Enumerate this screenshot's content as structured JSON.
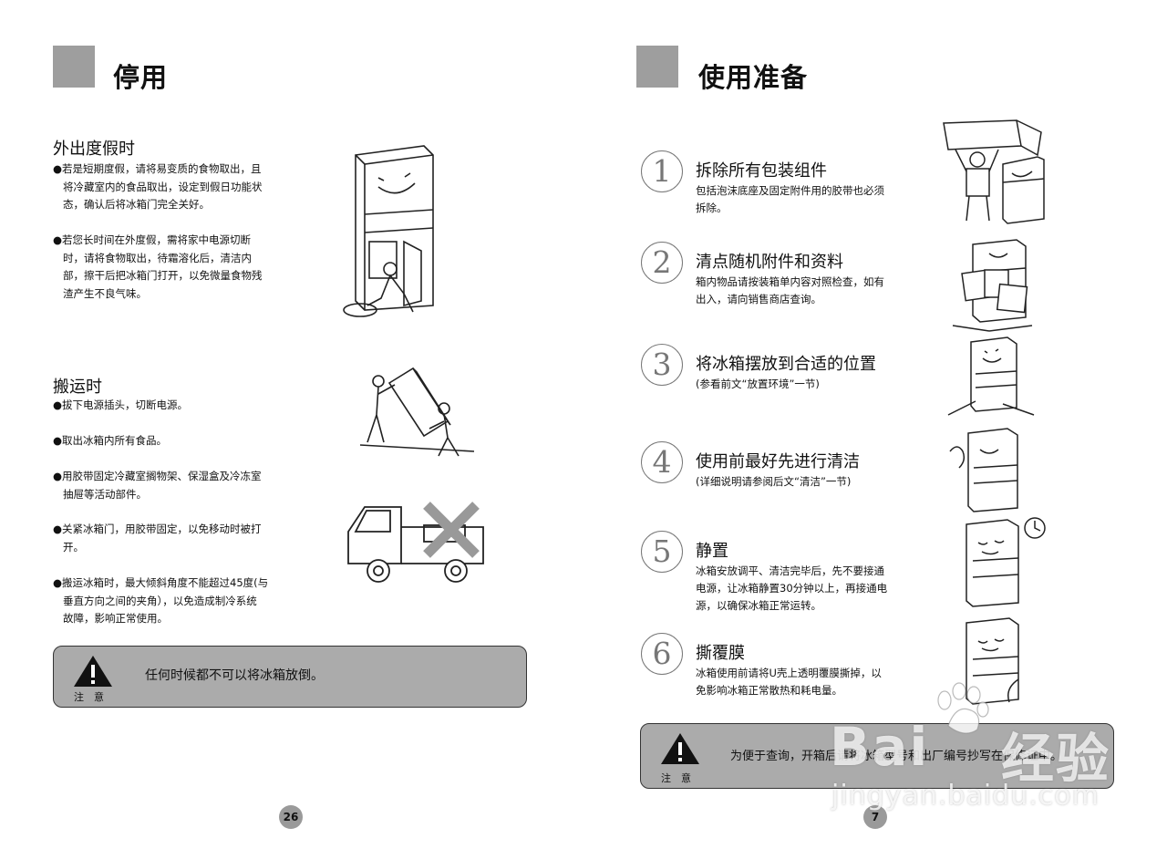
{
  "left": {
    "title": "停用",
    "vacation": {
      "heading": "外出度假时",
      "bullets": [
        [
          "●若是短期度假，请将易变质的食物取出，且",
          "将冷藏室内的食品取出，设定到假日功能状",
          "态，确认后将冰箱门完全关好。"
        ],
        [
          "●若您长时间在外度假，需将家中电源切断",
          "时，请将食物取出，待霜溶化后，清洁内",
          "部，擦干后把冰箱门打开，以免微量食物残",
          "渣产生不良气味。"
        ]
      ]
    },
    "moving": {
      "heading": "搬运时",
      "bullets": [
        [
          "●拔下电源插头，切断电源。"
        ],
        [
          "●取出冰箱内所有食品。"
        ],
        [
          "●用胶带固定冷藏室搁物架、保湿盒及冷冻室",
          "抽屉等活动部件。"
        ],
        [
          "●关紧冰箱门，用胶带固定，以免移动时被打",
          "开。"
        ],
        [
          "●搬运冰箱时，最大倾斜角度不能超过45度(与",
          "垂直方向之间的夹角），以免造成制冷系统",
          "故障，影响正常使用。"
        ]
      ]
    },
    "notice": {
      "label": "注　意",
      "text": "任何时候都不可以将冰箱放倒。"
    },
    "page_number": "26"
  },
  "right": {
    "title": "使用准备",
    "steps": [
      {
        "num": "1",
        "title": "拆除所有包装组件",
        "desc": [
          "包括泡沫底座及固定附件用的胶带也必须",
          "拆除。"
        ]
      },
      {
        "num": "2",
        "title": "清点随机附件和资料",
        "desc": [
          "箱内物品请按装箱单内容对照检查，如有",
          "出入，请向销售商店查询。"
        ]
      },
      {
        "num": "3",
        "title": "将冰箱摆放到合适的位置",
        "desc": [
          "(参看前文“放置环境”一节)"
        ]
      },
      {
        "num": "4",
        "title": "使用前最好先进行清洁",
        "desc": [
          "(详细说明请参阅后文“清洁”一节)"
        ]
      },
      {
        "num": "5",
        "title": "静置",
        "desc": [
          "冰箱安放调平、清洁完毕后，先不要接通",
          "电源，让冰箱静置30分钟以上，再接通电",
          "源，以确保冰箱正常运转。"
        ]
      },
      {
        "num": "6",
        "title": "撕覆膜",
        "desc": [
          "冰箱使用前请将U壳上透明覆膜撕掉，以",
          "免影响冰箱正常散热和耗电量。"
        ]
      }
    ],
    "notice": {
      "label": "注　意",
      "text": "为便于查询，开箱后请将冰箱型号和出厂编号抄写在保修证中。"
    },
    "page_number": "7"
  },
  "watermark": {
    "brand": "Bai",
    "brand2": "经验",
    "url": "jingyan.baidu.com"
  }
}
